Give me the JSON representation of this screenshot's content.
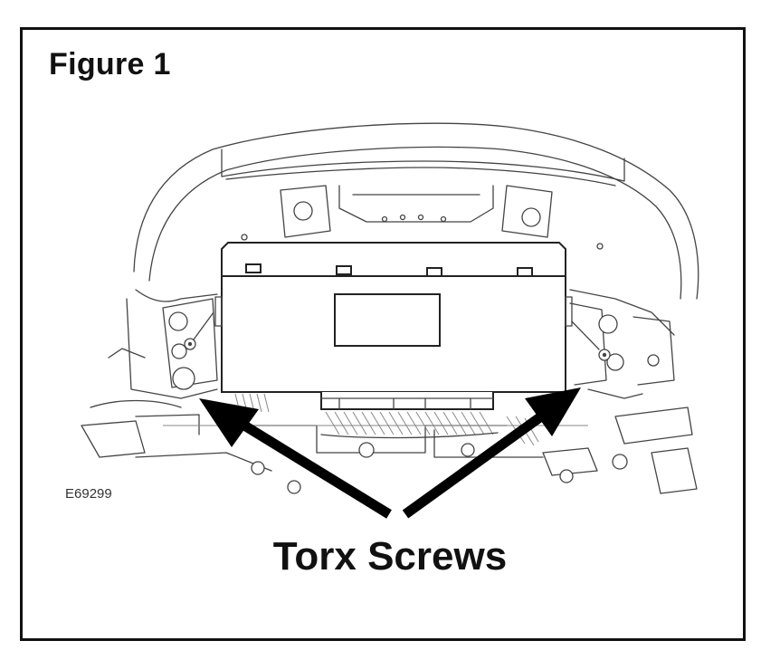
{
  "figure": {
    "title": "Figure 1",
    "reference_code": "E69299",
    "callout_label": "Torx Screws"
  },
  "icons": {
    "left_screw": "torx-screw-icon",
    "right_screw": "torx-screw-icon"
  },
  "colors": {
    "ink": "#111111",
    "line": "#444444",
    "background": "#ffffff"
  }
}
